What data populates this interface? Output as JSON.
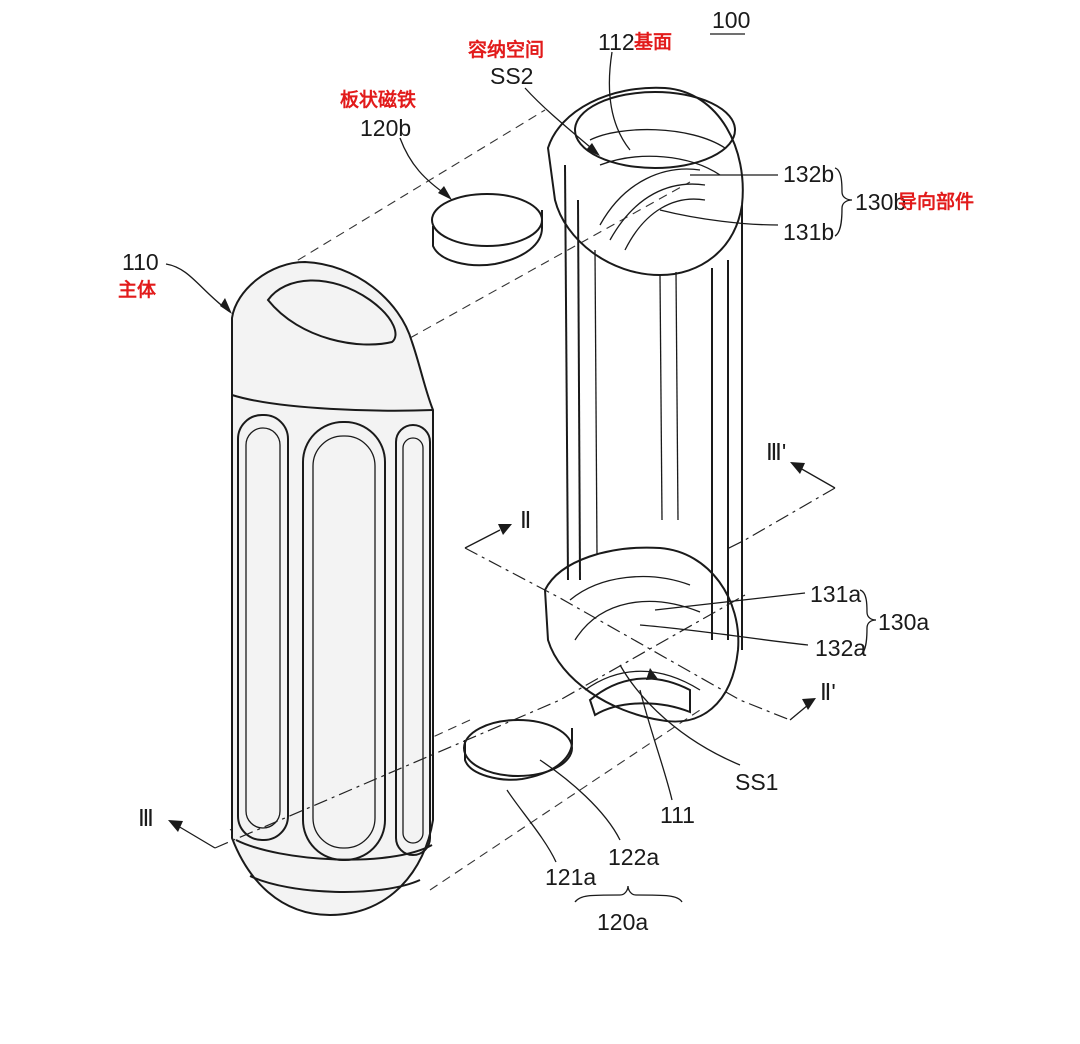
{
  "labels": {
    "fig_number": "100",
    "body_ref": "110",
    "body_name": "主体",
    "plate_ref": "120b",
    "plate_name": "板状磁铁",
    "space_name": "容纳空间",
    "space_ref": "SS2",
    "base_ref": "112",
    "base_name": "基面",
    "guide_top_ref_a": "132b",
    "guide_top_ref_b": "131b",
    "guide_top_group": "130b",
    "guide_name": "导向部件",
    "section3_top": "Ⅲ'",
    "section2_left": "Ⅱ",
    "guide_bottom_ref_a": "131a",
    "guide_bottom_ref_b": "132a",
    "guide_bottom_group": "130a",
    "section2_right": "Ⅱ'",
    "section3_left": "Ⅲ",
    "space_bottom_ref": "SS1",
    "base_bottom_ref": "111",
    "magnet_ref_a": "121a",
    "magnet_ref_b": "122a",
    "magnet_group": "120a"
  }
}
